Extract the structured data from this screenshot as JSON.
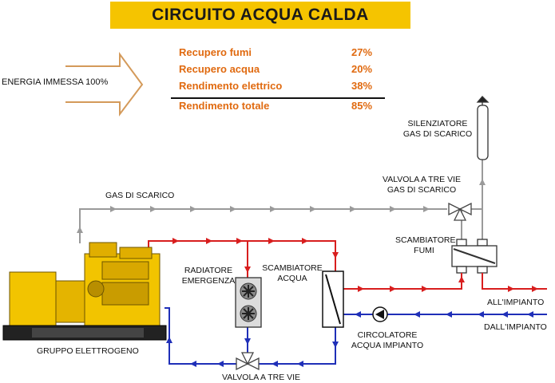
{
  "title": "CIRCUITO  ACQUA  CALDA",
  "energy_label": "ENERGIA IMMESSA  100%",
  "stats": [
    {
      "label": "Recupero fumi",
      "value": "27%"
    },
    {
      "label": "Recupero acqua",
      "value": "20%"
    },
    {
      "label": "Rendimento elettrico",
      "value": "38%"
    },
    {
      "label": "Rendimento totale",
      "value": "85%"
    }
  ],
  "labels": {
    "exhaust_silencer_1": "SILENZIATORE",
    "exhaust_silencer_2": "GAS DI SCARICO",
    "exhaust_valve_1": "VALVOLA A TRE VIE",
    "exhaust_valve_2": "GAS DI SCARICO",
    "exhaust_gas": "GAS DI SCARICO",
    "flue_exchanger_1": "SCAMBIATORE",
    "flue_exchanger_2": "FUMI",
    "emergency_radiator_1": "RADIATORE",
    "emergency_radiator_2": "EMERGENZA",
    "water_exchanger_1": "SCAMBIATORE",
    "water_exchanger_2": "ACQUA",
    "to_plant": "ALL'IMPIANTO",
    "from_plant": "DALL'IMPIANTO",
    "circulator_1": "CIRCOLATORE",
    "circulator_2": "ACQUA IMPIANTO",
    "genset": "GRUPPO ELETTROGENO",
    "three_way_valve": "VALVOLA A TRE VIE"
  },
  "colors": {
    "title_bg": "#f5c400",
    "stat_text": "#e06a10",
    "exhaust_line": "#9a9a9a",
    "hot_line": "#d81e1e",
    "cold_line": "#1f2fb8",
    "genset_body": "#f2c400"
  }
}
